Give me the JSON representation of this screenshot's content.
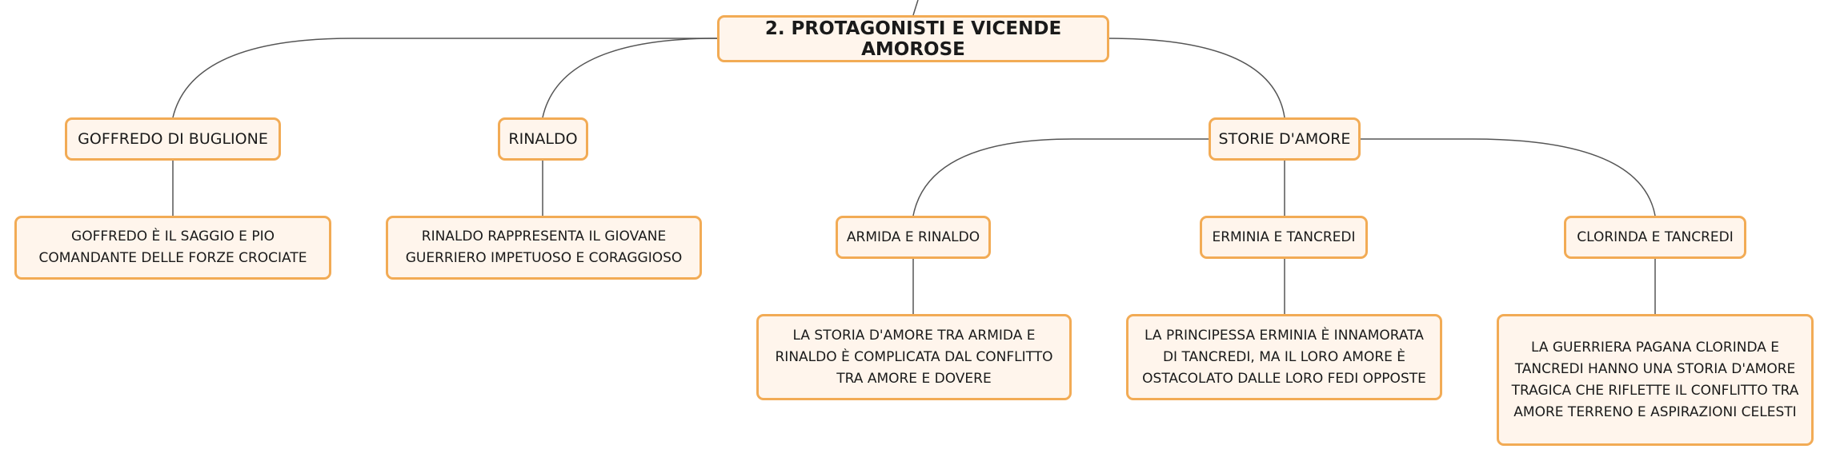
{
  "diagram": {
    "root": {
      "label": "2. PROTAGONISTI E VICENDE AMOROSE"
    },
    "branches": {
      "goffredo": {
        "label": "GOFFREDO DI BUGLIONE",
        "description": "GOFFREDO È IL SAGGIO E PIO COMANDANTE DELLE FORZE CROCIATE"
      },
      "rinaldo": {
        "label": "RINALDO",
        "description": "RINALDO RAPPRESENTA IL GIOVANE GUERRIERO IMPETUOSO E CORAGGIOSO"
      },
      "storie": {
        "label": "STORIE D'AMORE",
        "children": {
          "armida": {
            "label": "ARMIDA E RINALDO",
            "description": "LA STORIA D'AMORE TRA ARMIDA E RINALDO È COMPLICATA DAL CONFLITTO TRA AMORE E DOVERE"
          },
          "erminia": {
            "label": "ERMINIA E TANCREDI",
            "description": "LA PRINCIPESSA ERMINIA È INNAMORATA DI TANCREDI, MA IL LORO AMORE È OSTACOLATO DALLE LORO FEDI OPPOSTE"
          },
          "clorinda": {
            "label": "CLORINDA E TANCREDI",
            "description": "LA GUERRIERA PAGANA CLORINDA E TANCREDI HANNO UNA STORIA D'AMORE TRAGICA CHE RIFLETTE IL CONFLITTO TRA AMORE TERRENO E ASPIRAZIONI CELESTI"
          }
        }
      }
    }
  },
  "colors": {
    "node_border": "#f2ab55",
    "node_fill": "#fff5ec",
    "connector": "#555555",
    "text": "#1a1a1a"
  }
}
